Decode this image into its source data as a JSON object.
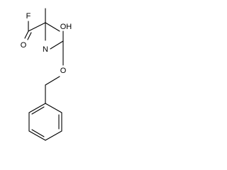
{
  "molecule": {
    "atoms": {
      "fluorine": "F",
      "carbonyl_oxygen_top": "O",
      "nitrogen": "N",
      "hydroxyl": "OH",
      "ester_oxygen": "O"
    }
  }
}
